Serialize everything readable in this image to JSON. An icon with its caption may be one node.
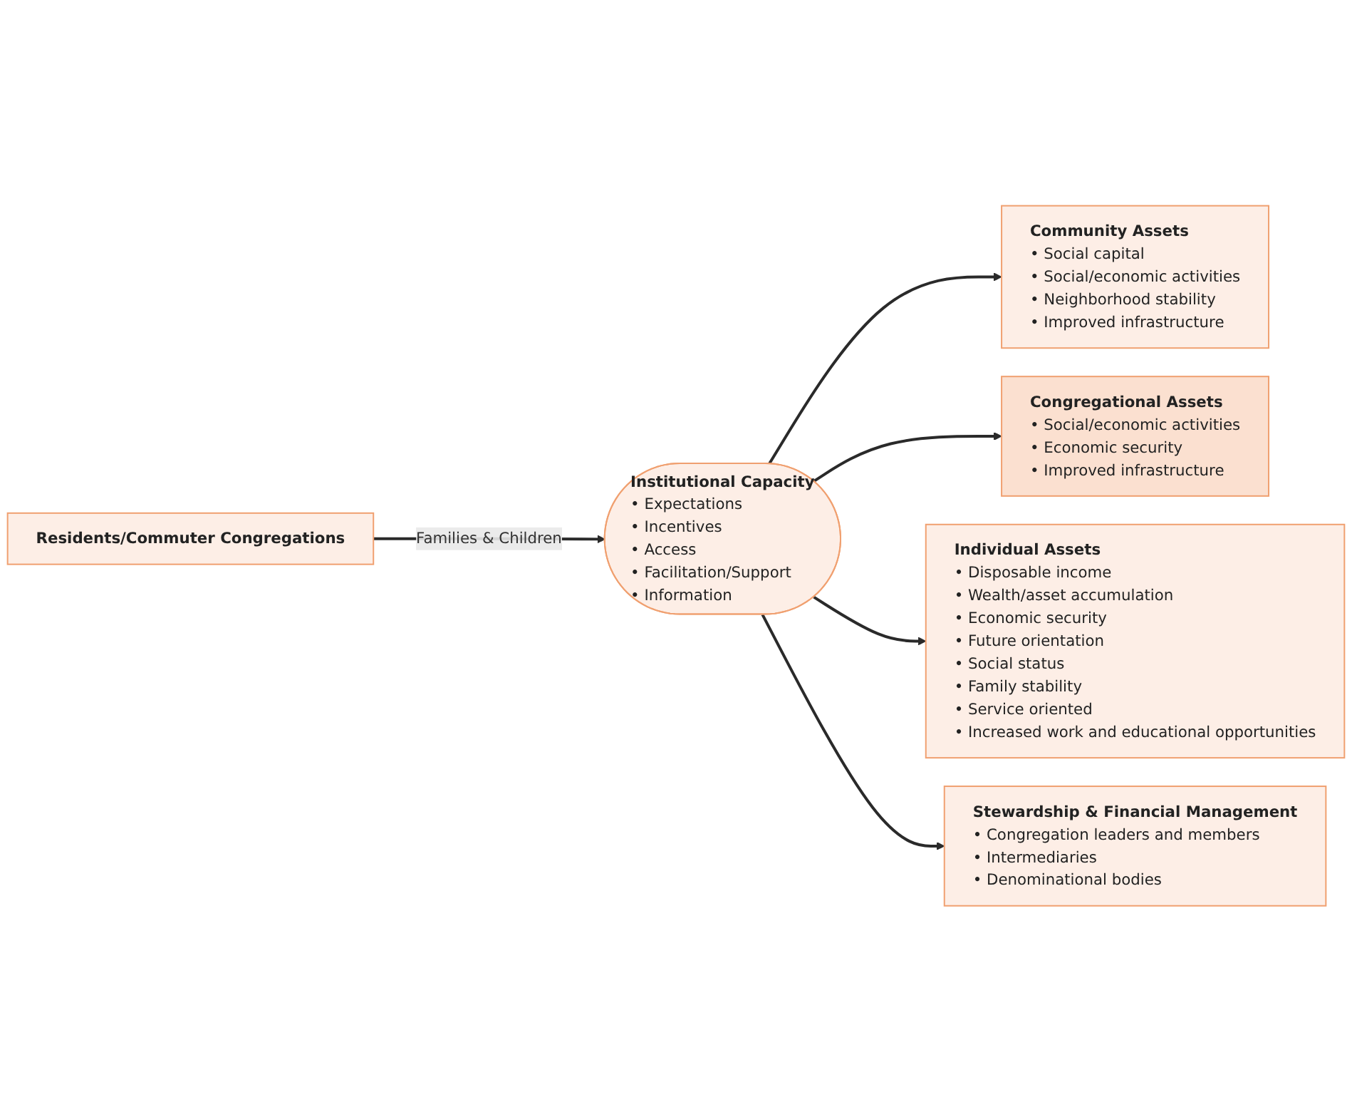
{
  "diagram": {
    "nodes": [
      {
        "text": [
          "Residents/Commuter Congregations"
        ]
      },
      {
        "text": [
          "Institutional Capacity",
          "• Expectations",
          "• Incentives",
          "• Access",
          "• Facilitation/Support",
          "• Information"
        ]
      },
      {
        "text": [
          "Community Assets",
          "• Social capital",
          "• Social/economic activities",
          "• Neighborhood stability",
          "• Improved infrastructure"
        ]
      },
      {
        "text": [
          "Congregational Assets",
          "• Social/economic activities",
          "• Economic security",
          "• Improved infrastructure"
        ]
      },
      {
        "text": [
          "Individual Assets",
          "• Disposable income",
          "• Wealth/asset accumulation",
          "• Economic security",
          "• Future orientation",
          "• Social status",
          "• Family stability",
          "• Service oriented",
          "• Increased work and educational opportunities"
        ]
      },
      {
        "text": [
          "Stewardship & Financial Management",
          "• Congregation leaders and members",
          "• Intermediaries",
          "• Denominational bodies"
        ]
      }
    ],
    "edges": [
      {
        "from": 0,
        "to": 1,
        "arrow": "to",
        "label": "Families & Children"
      },
      {
        "from": 1,
        "to": 2,
        "arrow": "to"
      },
      {
        "from": 1,
        "to": 3,
        "arrow": "to"
      },
      {
        "from": 1,
        "to": 4,
        "arrow": "to"
      },
      {
        "from": 1,
        "to": 5,
        "arrow": "to"
      }
    ]
  }
}
